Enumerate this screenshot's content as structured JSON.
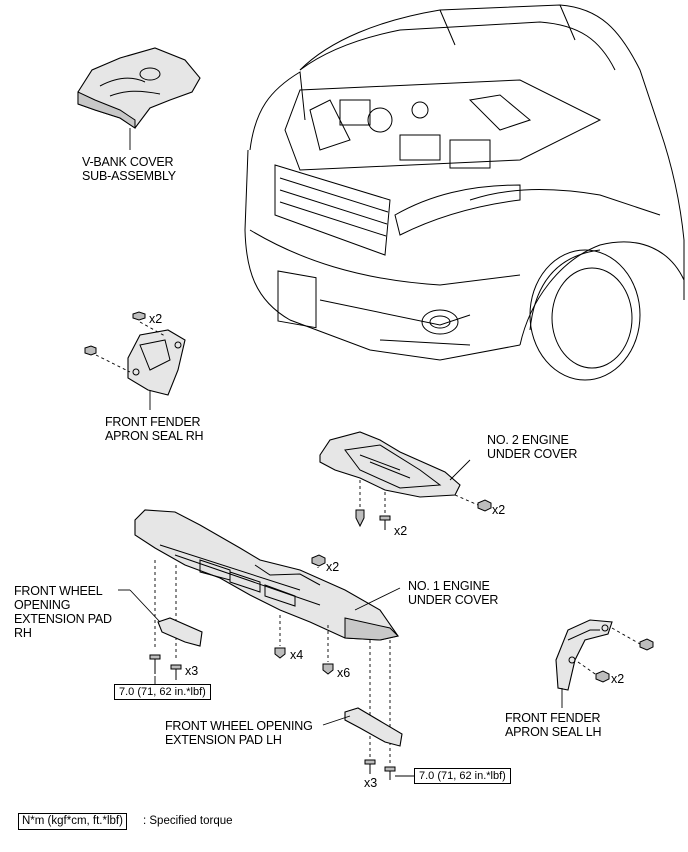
{
  "labels": {
    "v_bank_cover": "V-BANK COVER\nSUB-ASSEMBLY",
    "apron_seal_rh": "FRONT FENDER\nAPRON SEAL RH",
    "no2_under_cover": "NO. 2 ENGINE\nUNDER COVER",
    "no1_under_cover": "NO. 1 ENGINE\nUNDER COVER",
    "ext_pad_rh": "FRONT WHEEL\nOPENING\nEXTENSION PAD\nRH",
    "ext_pad_lh": "FRONT WHEEL OPENING\nEXTENSION PAD LH",
    "apron_seal_lh": "FRONT FENDER\nAPRON SEAL LH"
  },
  "quantities": {
    "rh_seal_top": "x2",
    "no2_clip": "x2",
    "no2_bolt": "x2",
    "no1_top": "x2",
    "rh_pad": "x3",
    "no1_mid": "x4",
    "no1_right": "x6",
    "lh_pad": "x3",
    "lh_seal": "x2"
  },
  "torque": {
    "left": "7.0 (71, 62 in.*lbf)",
    "right": "7.0 (71, 62 in.*lbf)"
  },
  "legend": {
    "unit": "N*m (kgf*cm, ft.*lbf)",
    "text": ": Specified torque"
  }
}
